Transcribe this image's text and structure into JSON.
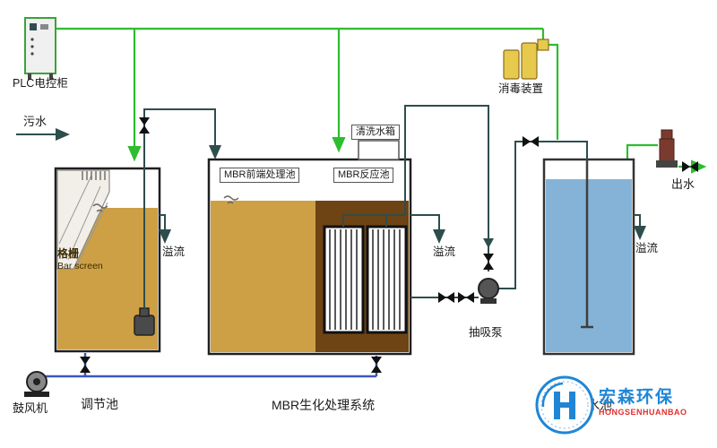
{
  "diagram": {
    "plc_label": "PLC电控柜",
    "sewage_label": "污水",
    "bar_screen_cn": "格栅",
    "bar_screen_en": "Bar screen",
    "overflow_label": "溢流",
    "regulating_tank_label": "调节池",
    "blower_label": "鼓风机",
    "mbr_front_label": "MBR前端处理池",
    "mbr_reactor_label": "MBR反应池",
    "cleaning_tank_label": "清洗水箱",
    "system_label": "MBR生化处理系统",
    "suction_pump_label": "抽吸泵",
    "disinfection_label": "消毒装置",
    "outlet_label": "出水",
    "clear_water_tank_label": "清水池"
  },
  "logo": {
    "name_cn": "宏森环保",
    "name_en": "HONGSENHUANBAO"
  },
  "colors": {
    "pipe_green": "#2ebd2e",
    "pipe_teal": "#2e4d4d",
    "pipe_blue": "#3a57c0",
    "liquid_yellow": "#cda045",
    "liquid_brown": "#6e4414",
    "liquid_blue": "#85b3d8",
    "disinfection_yellow": "#e7c94c",
    "logo_blue": "#1f86d6",
    "logo_red": "#e03030"
  }
}
